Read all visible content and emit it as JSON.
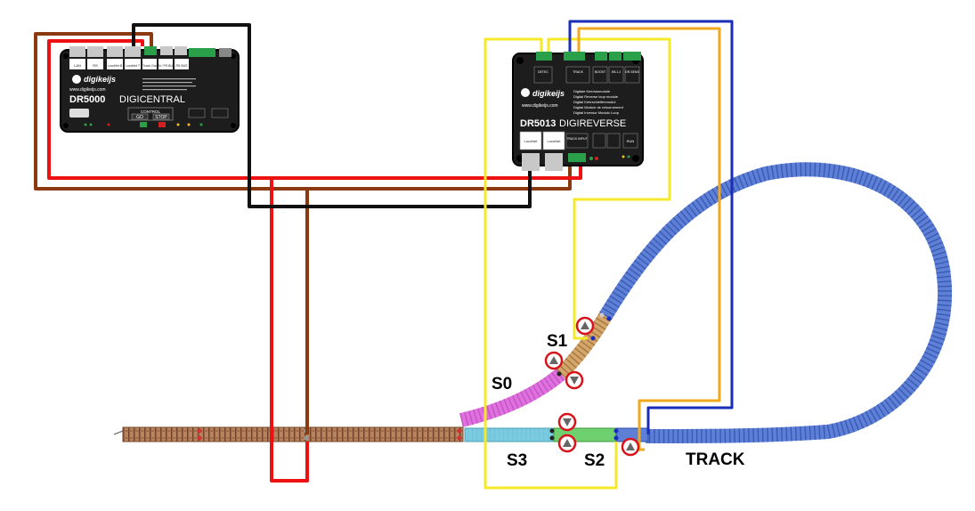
{
  "colors": {
    "wire_red": "#ee1111",
    "wire_brown": "#8b3a0f",
    "wire_black": "#111111",
    "wire_yellow": "#f5ea2a",
    "wire_orange": "#f2a81d",
    "wire_blue": "#1a2db8",
    "track_blue": "#5d7fd6",
    "track_brown": "#b9825e",
    "section_pink": "#e070e0",
    "section_tan": "#d4a66a",
    "section_cyan": "#7fd8e0",
    "section_green": "#6fd06f",
    "sensor_ring": "#d8141a"
  },
  "dr5000": {
    "logo": "digikeijs",
    "website": "www.digikeijs.com",
    "model": "DR5000",
    "name": "DIGICENTRAL",
    "ports": [
      "LAN",
      "RS",
      "LocoNet B",
      "LocoNet T",
      "Track Out",
      "XN / PS BUS",
      "RS BUS"
    ],
    "control_label": "CONTROL",
    "go_label": "GO",
    "stop_label": "STOP"
  },
  "dr5013": {
    "logo": "digikeijs",
    "website": "www.digikeijs.com",
    "model": "DR5013",
    "name": "DIGIREVERSE",
    "terminals": [
      "DETEC",
      "TRACK",
      "BOOST",
      "EB.1.2",
      "DR.SENS"
    ],
    "languages": [
      "Digitale Keerlusmodule",
      "Digital Reverse loop module",
      "Digital Kehrschleifenmodul",
      "Digital Module de retournement",
      "Digital Inversor Modulo Loop"
    ],
    "loconet_left": "LocoNet",
    "loconet_right": "LocoNet",
    "track_input": "TRACK INPUT",
    "run_label": "RUN"
  },
  "labels": {
    "s0": "S0",
    "s1": "S1",
    "s2": "S2",
    "s3": "S3",
    "track": "TRACK"
  }
}
